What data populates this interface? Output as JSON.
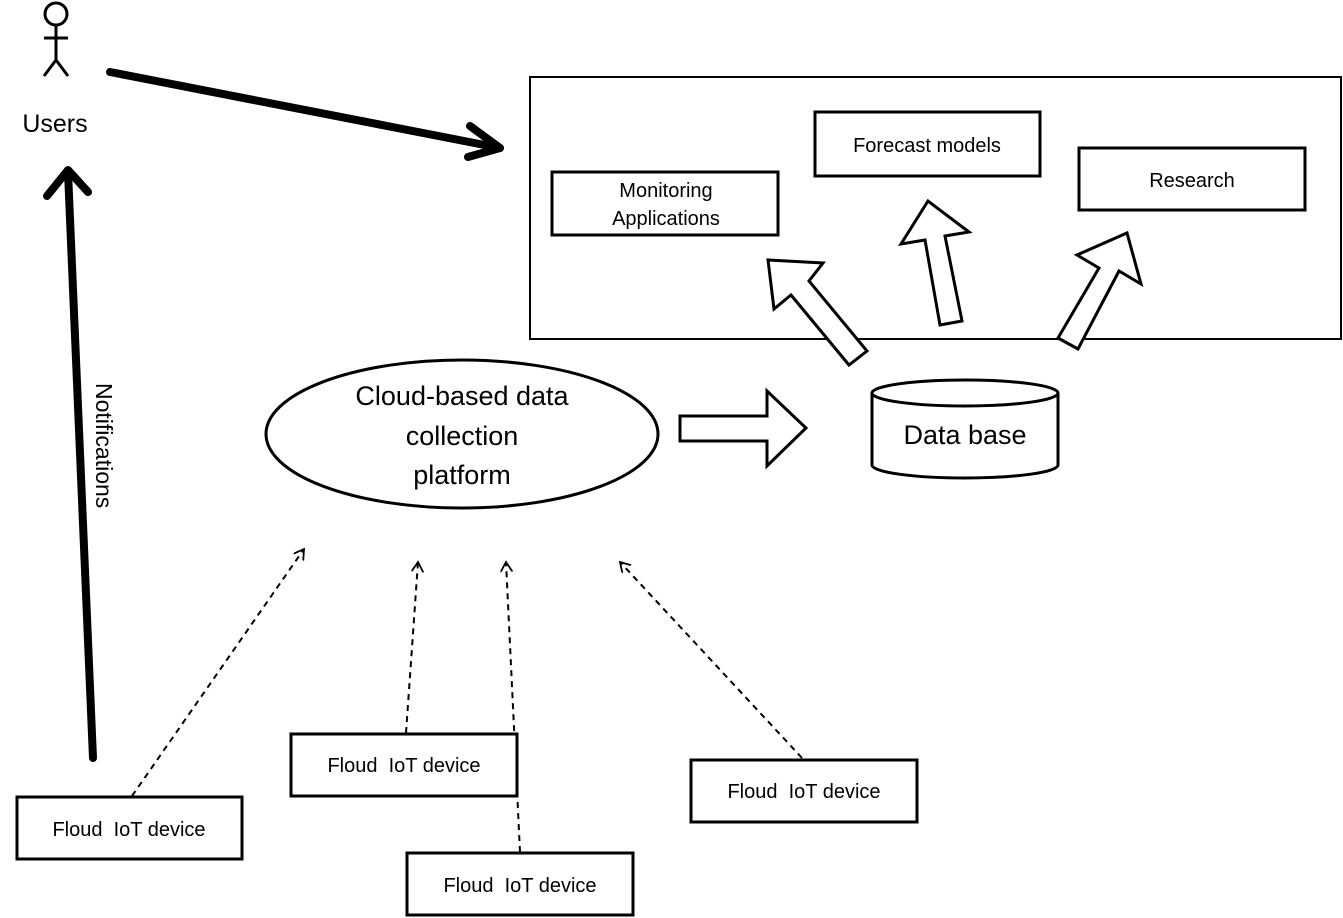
{
  "users": {
    "label": "Users"
  },
  "notifications": {
    "label": "Notifications"
  },
  "platform": {
    "lines": [
      "Cloud-based data",
      "collection",
      "platform"
    ]
  },
  "database": {
    "label": "Data base"
  },
  "apps": {
    "monitoring": [
      "Monitoring",
      "Applications"
    ],
    "forecast": "Forecast models",
    "research": "Research"
  },
  "devices": [
    {
      "label": "Floud  IoT device"
    },
    {
      "label": "Floud  IoT device"
    },
    {
      "label": "Floud  IoT device"
    },
    {
      "label": "Floud  IoT device"
    }
  ]
}
